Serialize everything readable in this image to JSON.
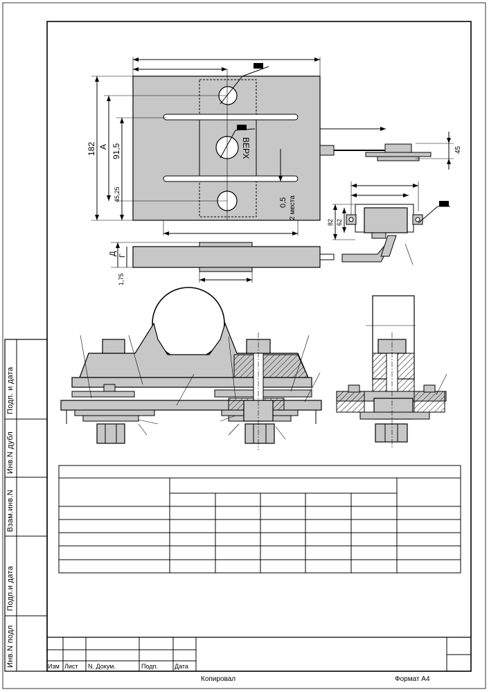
{
  "dimensions": {
    "d182": "182",
    "dA": "A",
    "d91_5": "91,5",
    "d45_25": "45,25",
    "d0_5": "0,5",
    "places": "2 места",
    "d45": "45",
    "d82": "82",
    "d62": "62",
    "dD": "Д",
    "dG": "Г",
    "d1_75": "1,75"
  },
  "labels": {
    "verkh": "ВЕРХ"
  },
  "side_stamp": [
    {
      "label": "Подп. и дата"
    },
    {
      "label": "Инв.N дубл"
    },
    {
      "label": "Взам.инв.N"
    },
    {
      "label": "Подп.и дата"
    },
    {
      "label": "Инв.N подл"
    }
  ],
  "title_block": {
    "izm": "Изм",
    "list": "Лист",
    "ndokum": "N. Докум.",
    "podp": "Подп.",
    "data": "Дата"
  },
  "footer": {
    "copied": "Копировал",
    "format": "Формат А4"
  }
}
